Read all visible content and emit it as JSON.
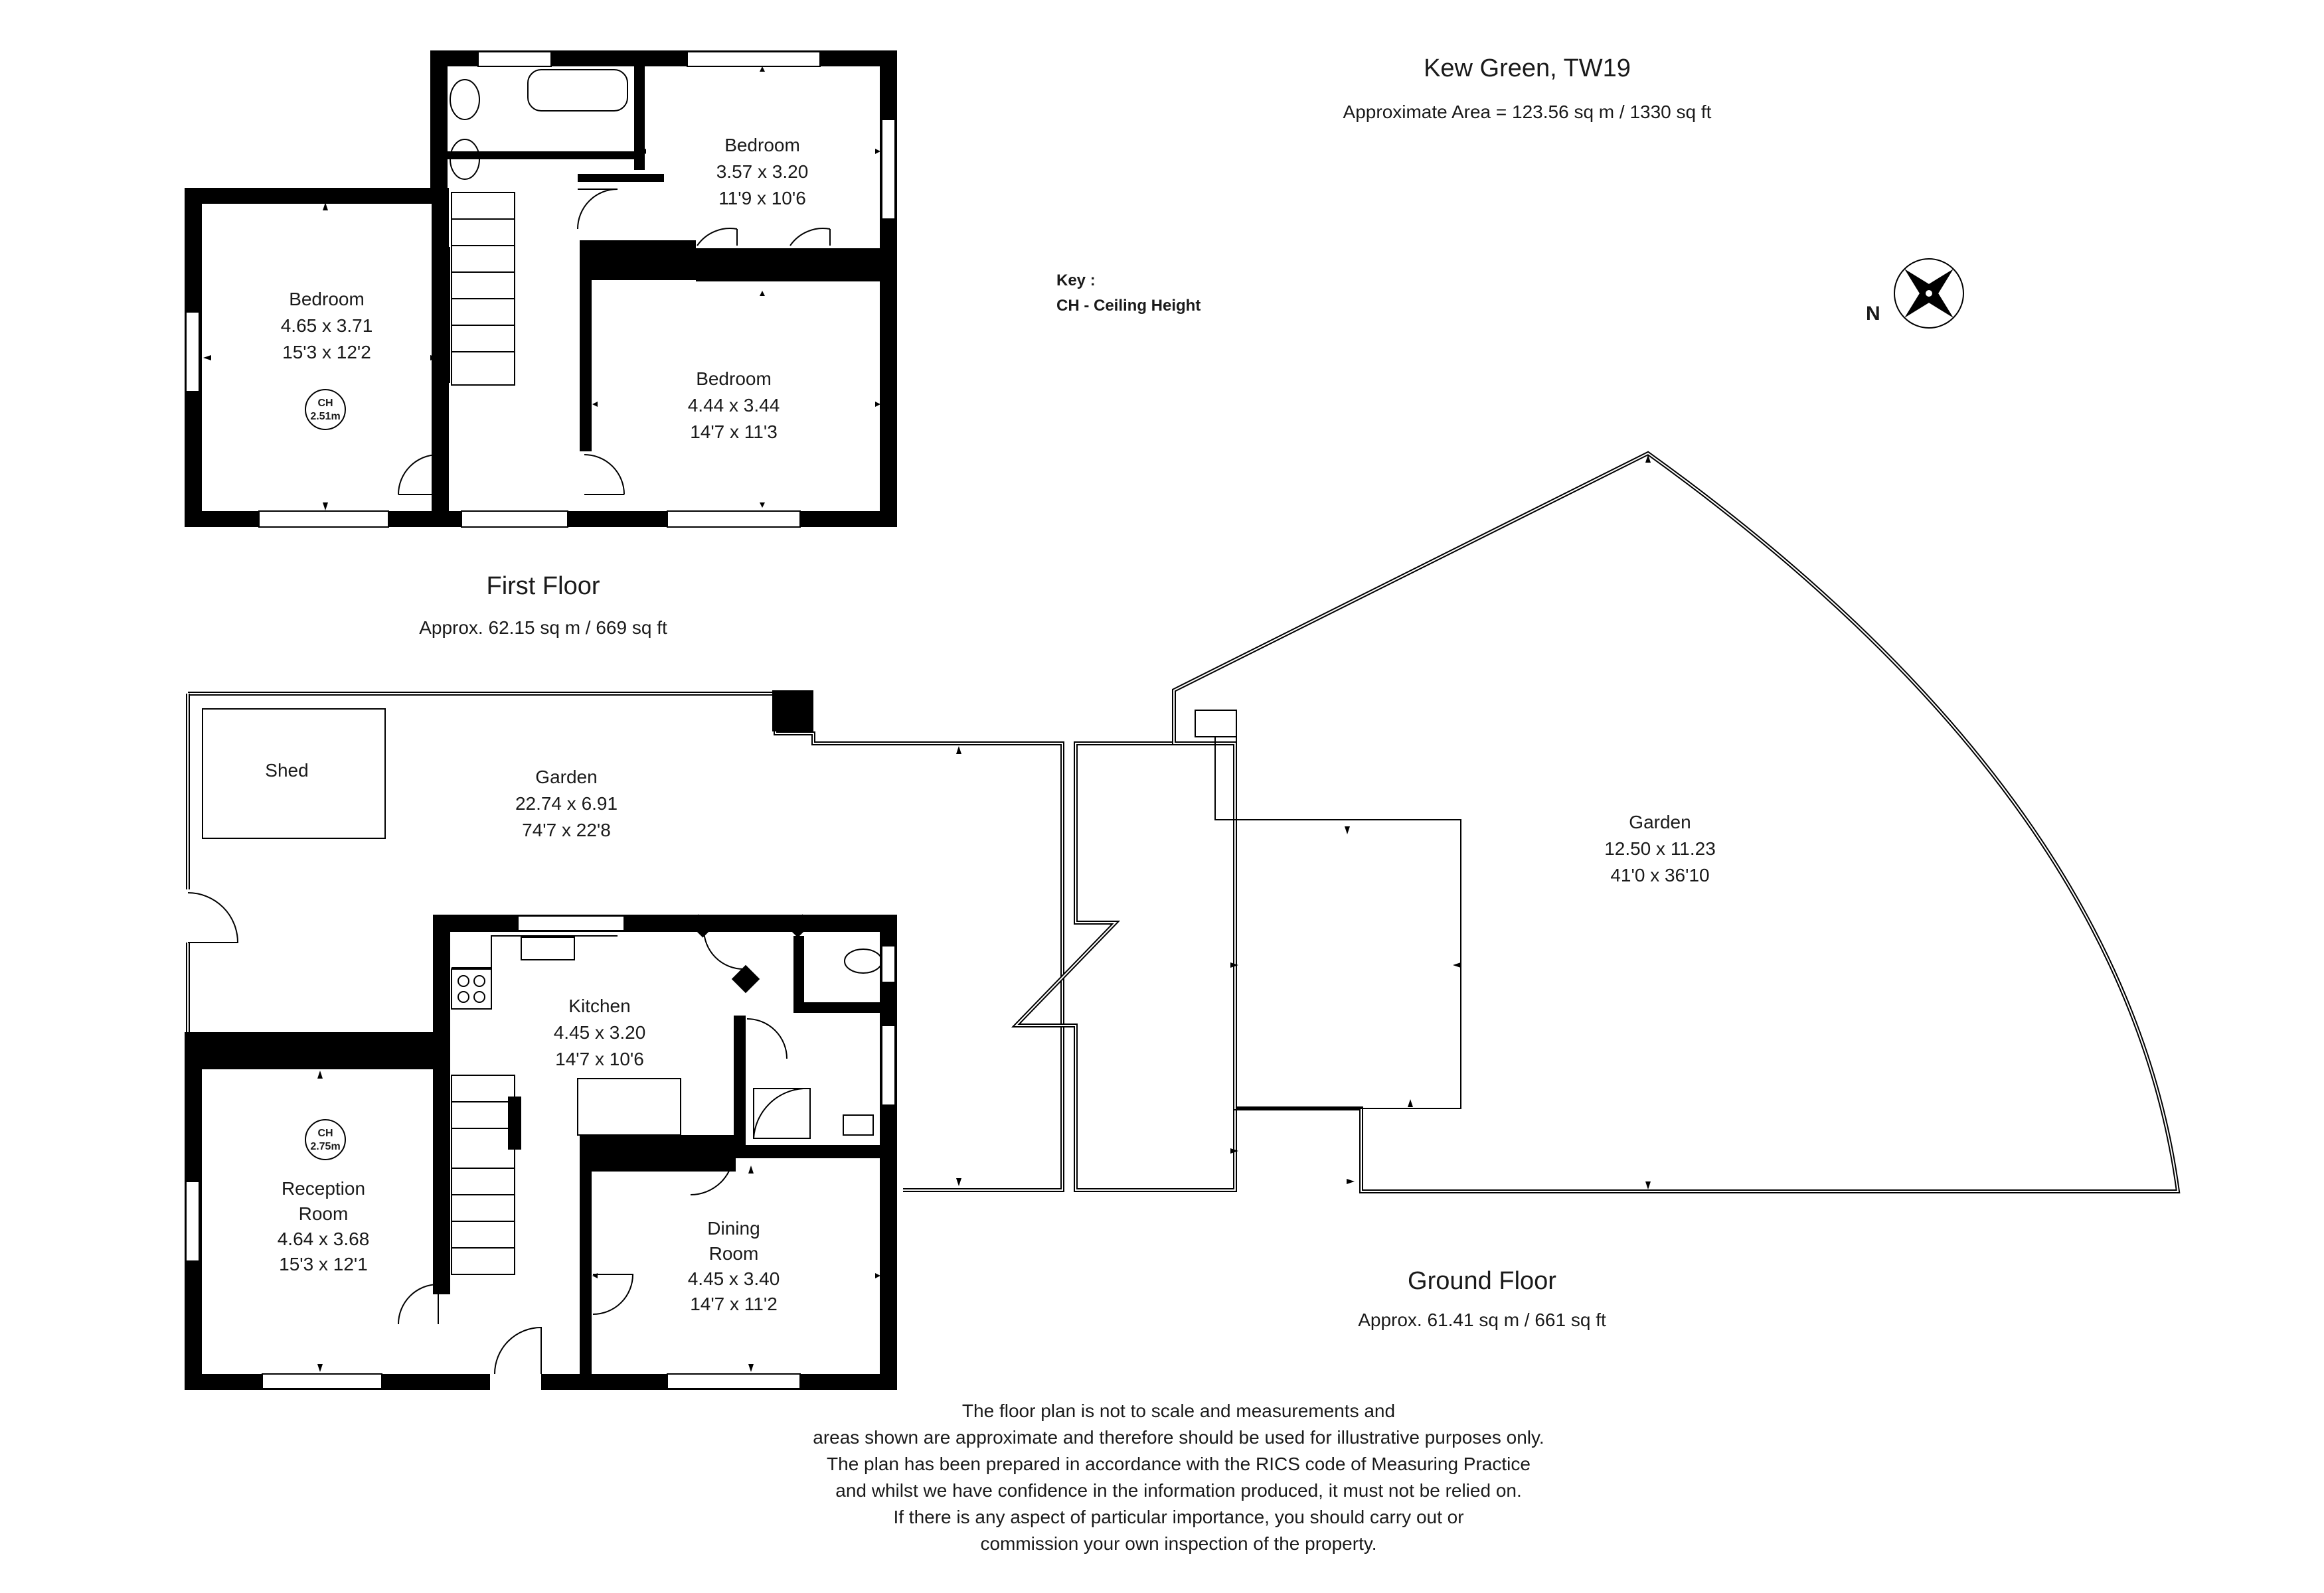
{
  "header": {
    "title": "Kew Green, TW19",
    "area": "Approximate Area =  123.56 sq m / 1330 sq ft"
  },
  "key": {
    "title": "Key :",
    "line": "CH - Ceiling Height"
  },
  "compass": {
    "label": "N",
    "icon": "compass-rose-icon"
  },
  "first_floor": {
    "name": "First Floor",
    "area": "Approx. 62.15 sq m / 669 sq ft",
    "rooms": [
      {
        "name": "Bedroom",
        "metric": "4.65 x 3.71",
        "imperial": "15'3 x 12'2"
      },
      {
        "name": "Bedroom",
        "metric": "3.57 x 3.20",
        "imperial": "11'9 x 10'6"
      },
      {
        "name": "Bedroom",
        "metric": "4.44 x 3.44",
        "imperial": "14'7 x 11'3"
      }
    ],
    "ceiling": {
      "label": "CH",
      "value": "2.51m"
    }
  },
  "ground_floor": {
    "name": "Ground Floor",
    "area": "Approx. 61.41 sq m / 661 sq ft",
    "shed": "Shed",
    "garden_rear": {
      "name": "Garden",
      "metric": "22.74 x 6.91",
      "imperial": "74'7 x 22'8"
    },
    "garden_side": {
      "name": "Garden",
      "metric": "12.50 x 11.23",
      "imperial": "41'0 x 36'10"
    },
    "kitchen": {
      "name": "Kitchen",
      "metric": "4.45 x 3.20",
      "imperial": "14'7 x 10'6"
    },
    "reception": {
      "name1": "Reception",
      "name2": "Room",
      "metric": "4.64 x 3.68",
      "imperial": "15'3 x 12'1"
    },
    "dining": {
      "name1": "Dining",
      "name2": "Room",
      "metric": "4.45 x 3.40",
      "imperial": "14'7 x 11'2"
    },
    "ceiling": {
      "label": "CH",
      "value": "2.75m"
    }
  },
  "disclaimer": [
    "The floor plan is not to scale and measurements and",
    "areas shown are approximate and therefore should be used for illustrative purposes only.",
    "The plan has been prepared in accordance with the RICS code of Measuring Practice",
    "and whilst we have confidence in the information produced, it must not be relied on.",
    "If there is any aspect of particular importance, you should carry out or",
    "commission your own inspection of the property."
  ]
}
